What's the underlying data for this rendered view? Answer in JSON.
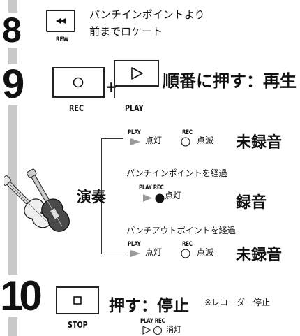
{
  "steps": {
    "s8": {
      "number": "8",
      "button_label": "REW",
      "text_line1": "パンチインポイントより",
      "text_line2": "前までロケート"
    },
    "s9": {
      "number": "9",
      "rec_label": "REC",
      "play_label": "PLAY",
      "plus": "+",
      "instruction": "順番に押す：再生"
    },
    "s10": {
      "number": "10",
      "stop_label": "STOP",
      "instruction": "押す：停止",
      "note": "※レコーダー停止",
      "indicator_playrec": "PLAY REC",
      "indicator_status": "消灯"
    }
  },
  "performance": {
    "label": "演奏",
    "row1": {
      "play_tag": "PLAY",
      "play_status": "点灯",
      "rec_tag": "REC",
      "rec_status": "点滅",
      "result": "未録音"
    },
    "row2": {
      "header": "パンチインポイントを経過",
      "indicator_tag": "PLAY REC",
      "status": "点灯",
      "result": "録音"
    },
    "row3": {
      "header": "パンチアウトポイントを経過",
      "play_tag": "PLAY",
      "play_status": "点灯",
      "rec_tag": "REC",
      "rec_status": "点滅",
      "result": "未録音"
    }
  },
  "colors": {
    "gray_triangle": "#9a9a9a",
    "step_bar": "#c9c9c9"
  }
}
